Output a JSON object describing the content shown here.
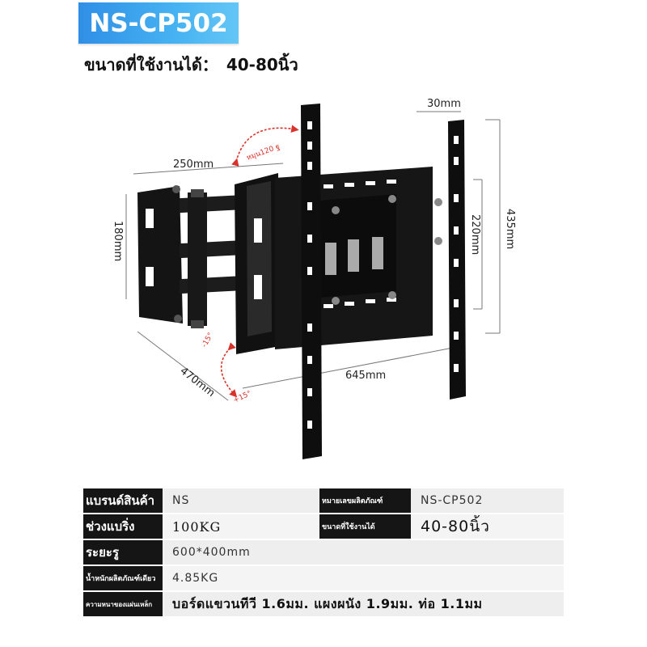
{
  "header": {
    "title": "NS-CP502",
    "subtitle_label": "ขนาดที่ใช้งานได้：",
    "subtitle_value": "40-80นิ้ว"
  },
  "diagram": {
    "dims": {
      "top_depth": "30mm",
      "arm_length": "250mm",
      "height_left": "180mm",
      "height_inner": "220mm",
      "height_right": "435mm",
      "width": "645mm",
      "extension": "470mm"
    },
    "rotation": {
      "swivel": "หมุน120 ฐ",
      "tilt_up": "-15°",
      "tilt_down": "+15°"
    },
    "colors": {
      "steel": "#141414",
      "accent": "#d8332a",
      "dim_line": "#777777"
    }
  },
  "specs": {
    "rows": [
      {
        "label": "แบรนด์สินค้า",
        "value": "NS",
        "label2": "หมายเลขผลิตภัณฑ์",
        "value2": "NS-CP502"
      },
      {
        "label": "ช่วงแบริ่ง",
        "value": "100KG",
        "label2": "ขนาดที่ใช้งานได้",
        "value2": "40-80นิ้ว"
      },
      {
        "label": "ระยะรู",
        "value": "600*400mm"
      },
      {
        "label": "น้ำหนักผลิตภัณฑ์เดียว",
        "value": "4.85KG"
      },
      {
        "label": "ความหนาของแผ่นเหล็ก",
        "value": "บอร์ดแขวนทีวี 1.6มม. แผงผนัง 1.9มม. ท่อ 1.1มม"
      }
    ]
  }
}
